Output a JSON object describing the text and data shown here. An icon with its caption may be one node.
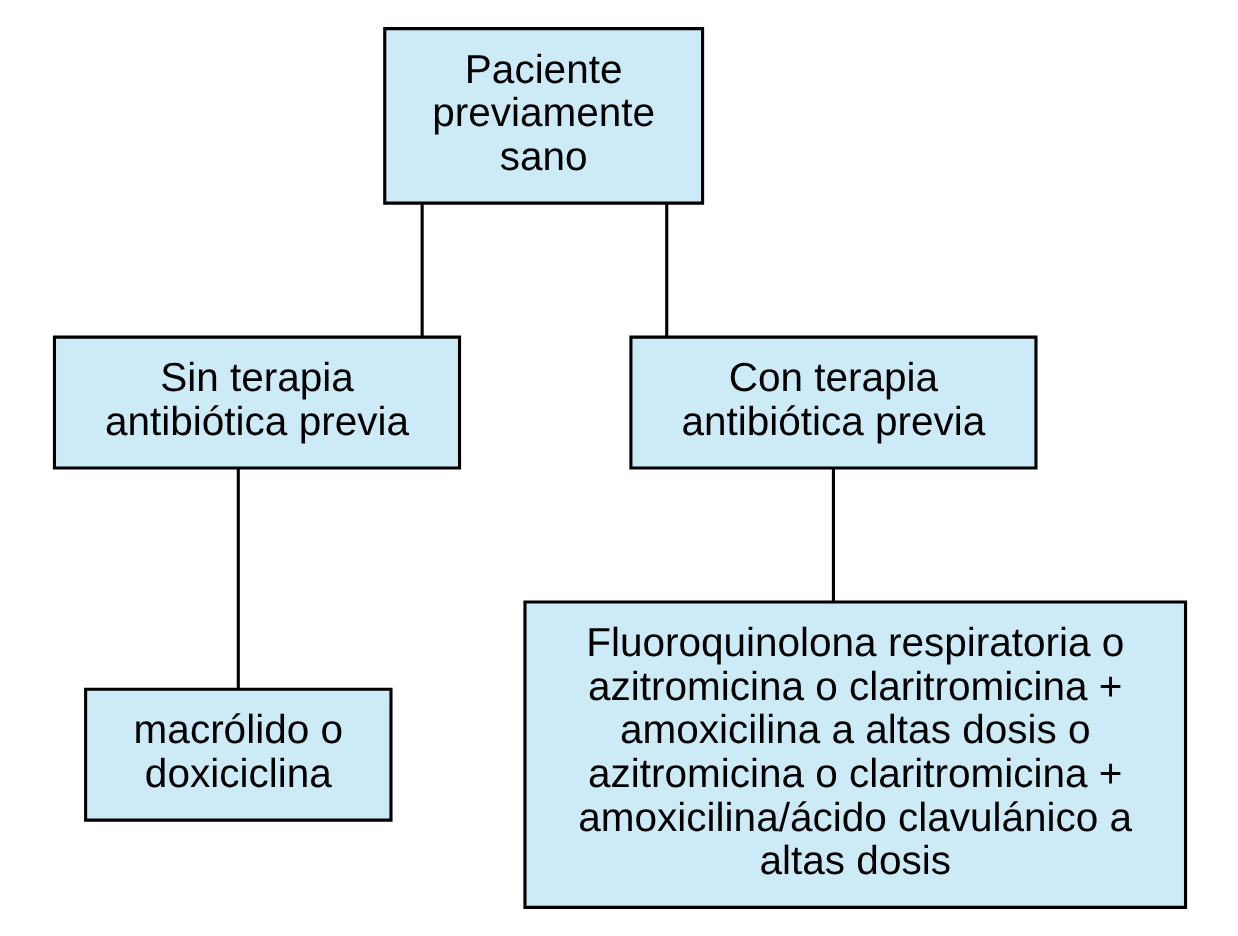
{
  "diagram": {
    "nodes": [
      {
        "text": [
          "Paciente previamente sano"
        ]
      },
      {
        "text": [
          "Sin terapia antibiótica previa"
        ]
      },
      {
        "text": [
          "Con terapia antibiótica previa"
        ]
      },
      {
        "text": [
          "macrólido o doxiciclina"
        ]
      },
      {
        "text": [
          "Fluoroquinolona respiratoria o azitromicina o claritromicina + amoxicilina a altas dosis o azitromicina o claritromicina + amoxicilina/ácido clavulánico a altas dosis"
        ]
      }
    ],
    "edges": [
      {
        "from": 0,
        "to": 1,
        "arrow": "none"
      },
      {
        "from": 0,
        "to": 2,
        "arrow": "none"
      },
      {
        "from": 1,
        "to": 3,
        "arrow": "none"
      },
      {
        "from": 2,
        "to": 4,
        "arrow": "none"
      }
    ]
  }
}
